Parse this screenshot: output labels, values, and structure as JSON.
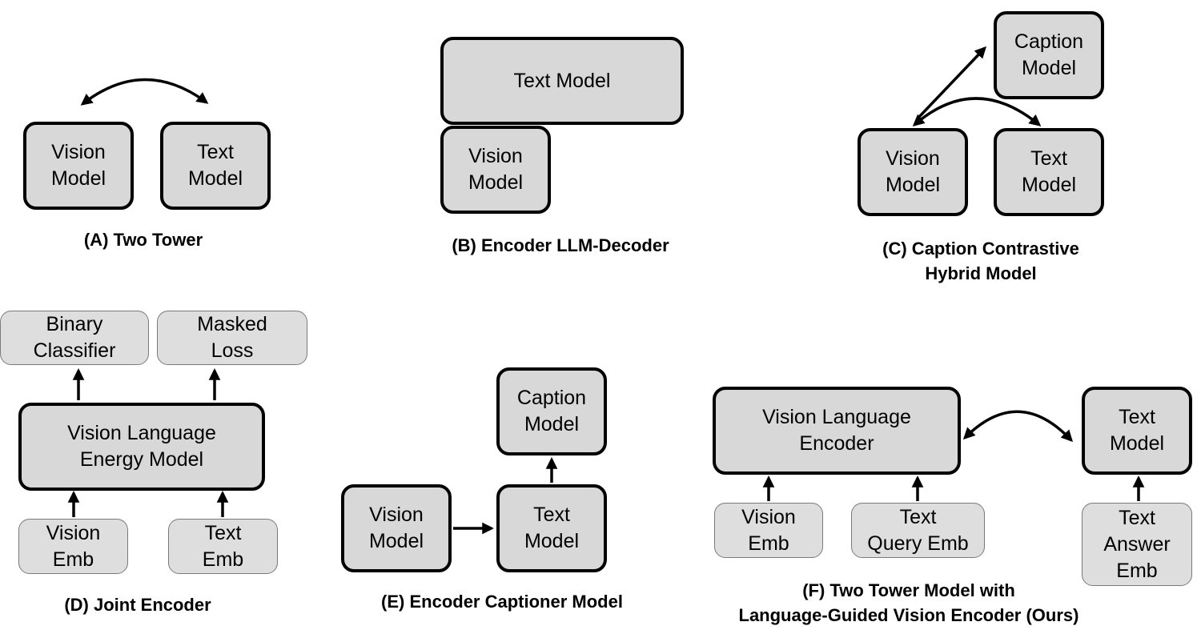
{
  "panels": {
    "a": {
      "caption": "(A) Two Tower",
      "vision_model": "Vision\nModel",
      "text_model": "Text\nModel"
    },
    "b": {
      "caption": "(B) Encoder LLM-Decoder",
      "text_model": "Text Model",
      "vision_model": "Vision\nModel"
    },
    "c": {
      "caption": "(C) Caption Contrastive\nHybrid Model",
      "caption_model": "Caption\nModel",
      "vision_model": "Vision\nModel",
      "text_model": "Text\nModel"
    },
    "d": {
      "caption": "(D) Joint Encoder",
      "binary_classifier": "Binary\nClassifier",
      "masked_loss": "Masked\nLoss",
      "energy_model": "Vision Language\nEnergy Model",
      "vision_emb": "Vision\nEmb",
      "text_emb": "Text\nEmb"
    },
    "e": {
      "caption": "(E) Encoder Captioner Model",
      "caption_model": "Caption\nModel",
      "vision_model": "Vision\nModel",
      "text_model": "Text\nModel"
    },
    "f": {
      "caption": "(F) Two Tower Model with\nLanguage-Guided Vision Encoder (Ours)",
      "vl_encoder": "Vision Language\nEncoder",
      "text_model": "Text\nModel",
      "vision_emb": "Vision\nEmb",
      "text_query_emb": "Text\nQuery Emb",
      "text_answer_emb": "Text\nAnswer\nEmb"
    }
  },
  "colors": {
    "box_fill": "#d8d8d8",
    "stroke": "#000000"
  }
}
